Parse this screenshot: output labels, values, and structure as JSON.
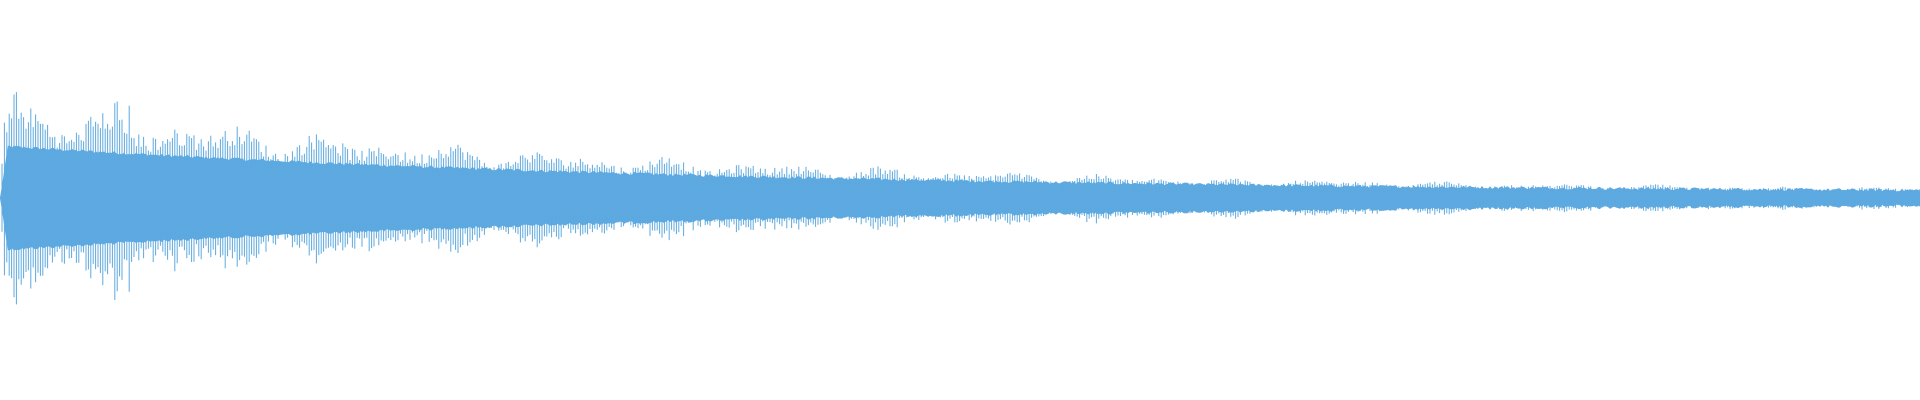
{
  "waveform": {
    "color": "#5DA9E0",
    "background": "#FFFFFF",
    "description_shape": "decaying oscillation envelope",
    "envelope": {
      "peak_amplitude": 0.56,
      "core_amplitude": 0.29,
      "final_amplitude": 0.03,
      "spike_amplitude": 0.6
    }
  }
}
